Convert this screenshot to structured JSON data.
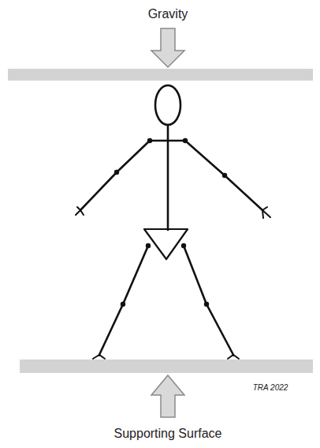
{
  "diagram": {
    "labels": [
      "Gravity",
      "Supporting Surface",
      "TRA 2022"
    ]
  }
}
